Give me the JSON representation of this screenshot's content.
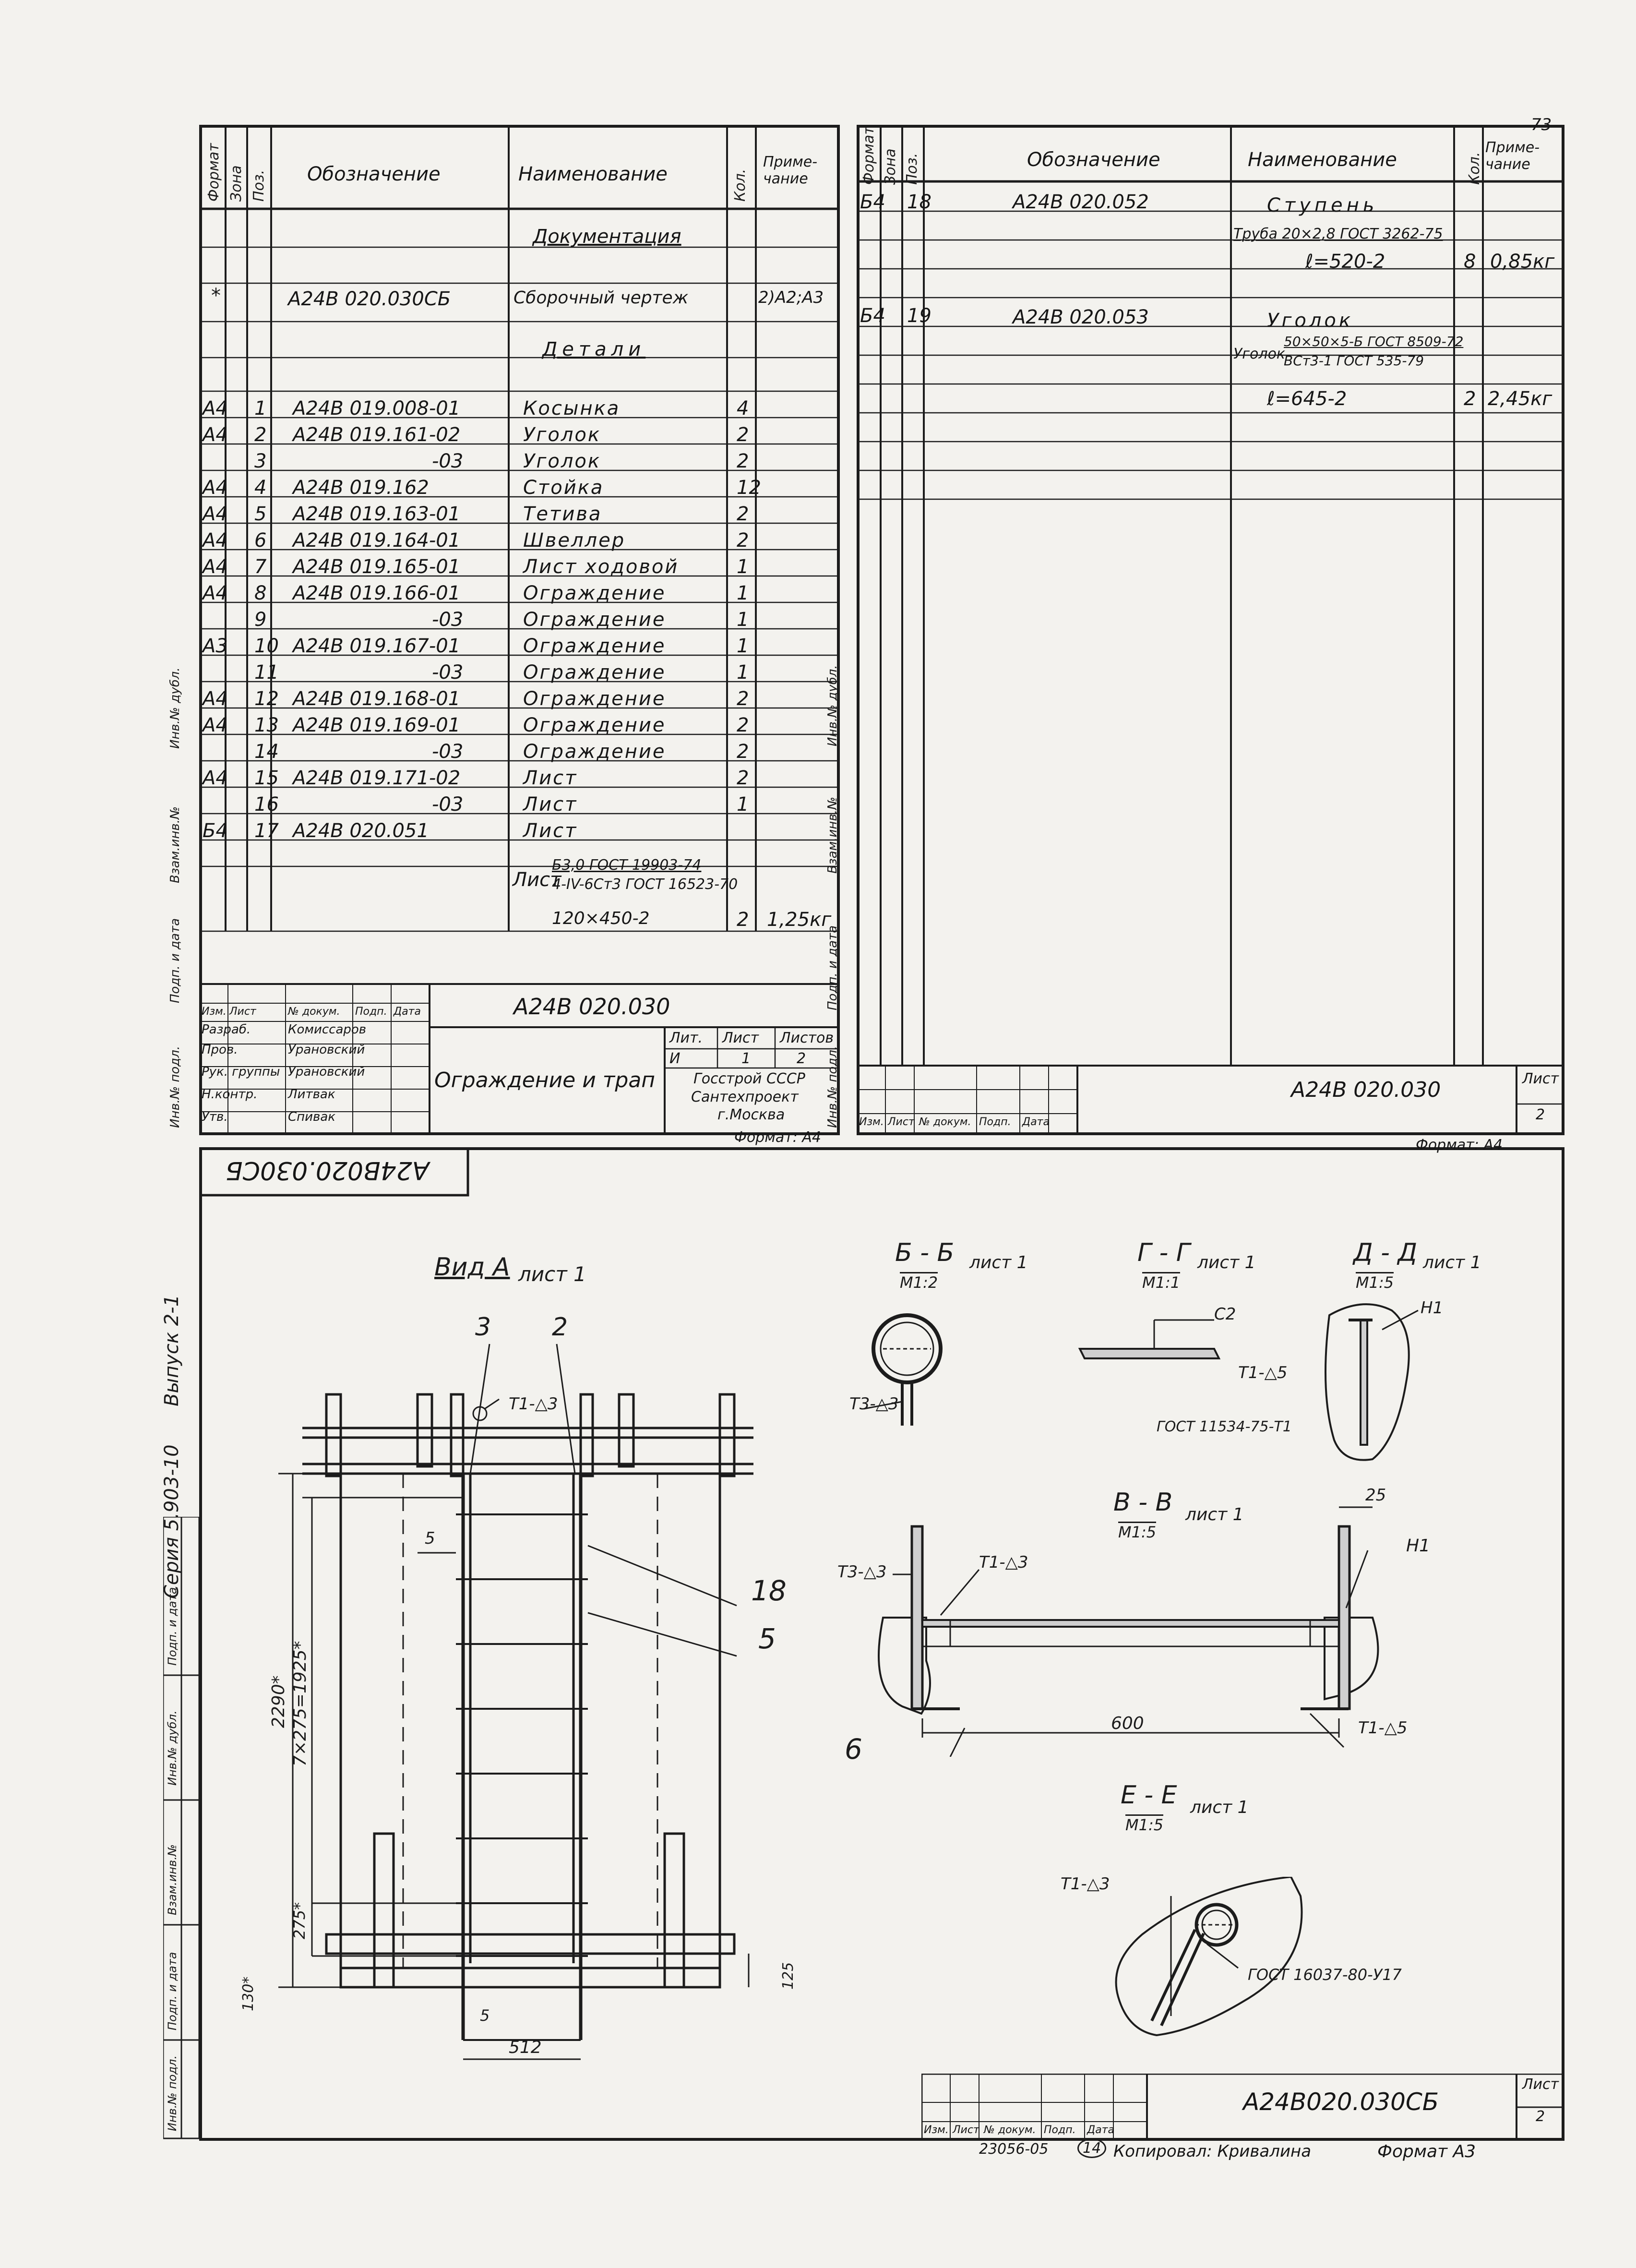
{
  "page": {
    "sheet_no": "73",
    "side_series": "Серия 5.903-10",
    "side_issue": "Выпуск 2-1"
  },
  "left_table": {
    "headers": {
      "format": "Формат",
      "zone": "Зона",
      "pos": "Поз.",
      "designation": "Обозначение",
      "name": "Наименование",
      "qty": "Кол.",
      "note": "Приме-чание"
    },
    "rows": [
      {
        "fmt": "",
        "pos": "",
        "des": "",
        "name": "Документация",
        "qty": "",
        "note": ""
      },
      {
        "fmt": "*",
        "pos": "",
        "des": "А24В 020.030СБ",
        "name": "Сборочный чертеж",
        "qty": "",
        "note": "2)А2;А3"
      },
      {
        "fmt": "",
        "pos": "",
        "des": "",
        "name": "Детали",
        "qty": "",
        "note": ""
      },
      {
        "fmt": "А4",
        "pos": "1",
        "des": "А24В 019.008-01",
        "name": "Косынка",
        "qty": "4",
        "note": ""
      },
      {
        "fmt": "А4",
        "pos": "2",
        "des": "А24В 019.161-02",
        "name": "Уголок",
        "qty": "2",
        "note": ""
      },
      {
        "fmt": "",
        "pos": "3",
        "des": "-03",
        "name": "Уголок",
        "qty": "2",
        "note": ""
      },
      {
        "fmt": "А4",
        "pos": "4",
        "des": "А24В 019.162",
        "name": "Стойка",
        "qty": "12",
        "note": ""
      },
      {
        "fmt": "А4",
        "pos": "5",
        "des": "А24В 019.163-01",
        "name": "Тетива",
        "qty": "2",
        "note": ""
      },
      {
        "fmt": "А4",
        "pos": "6",
        "des": "А24В 019.164-01",
        "name": "Швеллер",
        "qty": "2",
        "note": ""
      },
      {
        "fmt": "А4",
        "pos": "7",
        "des": "А24В 019.165-01",
        "name": "Лист ходовой",
        "qty": "1",
        "note": ""
      },
      {
        "fmt": "А4",
        "pos": "8",
        "des": "А24В 019.166-01",
        "name": "Ограждение",
        "qty": "1",
        "note": ""
      },
      {
        "fmt": "",
        "pos": "9",
        "des": "-03",
        "name": "Ограждение",
        "qty": "1",
        "note": ""
      },
      {
        "fmt": "А3",
        "pos": "10",
        "des": "А24В 019.167-01",
        "name": "Ограждение",
        "qty": "1",
        "note": ""
      },
      {
        "fmt": "",
        "pos": "11",
        "des": "-03",
        "name": "Ограждение",
        "qty": "1",
        "note": ""
      },
      {
        "fmt": "А4",
        "pos": "12",
        "des": "А24В 019.168-01",
        "name": "Ограждение",
        "qty": "2",
        "note": ""
      },
      {
        "fmt": "А4",
        "pos": "13",
        "des": "А24В 019.169-01",
        "name": "Ограждение",
        "qty": "2",
        "note": ""
      },
      {
        "fmt": "",
        "pos": "14",
        "des": "-03",
        "name": "Ограждение",
        "qty": "2",
        "note": ""
      },
      {
        "fmt": "А4",
        "pos": "15",
        "des": "А24В 019.171-02",
        "name": "Лист",
        "qty": "2",
        "note": ""
      },
      {
        "fmt": "",
        "pos": "16",
        "des": "-03",
        "name": "Лист",
        "qty": "1",
        "note": ""
      },
      {
        "fmt": "Б4",
        "pos": "17",
        "des": "А24В 020.051",
        "name": "Лист",
        "qty": "",
        "note": ""
      }
    ],
    "row17_spec_line1": "Б3,0 ГОСТ 19903-74",
    "row17_spec_line2": "4-IV-6Ст3 ГОСТ 16523-70",
    "row17_spec_prefix": "Лист",
    "row17_size": "120×450-2",
    "row17_qty": "2",
    "row17_note": "1,25кг"
  },
  "left_stamp": {
    "code": "А24В 020.030",
    "title": "Ограждение и трап",
    "lit_label": "Лит.",
    "sheet_label": "Лист",
    "sheets_label": "Листов",
    "lit": "И",
    "sheet": "1",
    "sheets": "2",
    "org1": "Госстрой СССР",
    "org2": "Сантехпроект",
    "org3": "г.Москва",
    "format": "Формат: А4",
    "row_heads": [
      "Изм.",
      "Лист",
      "№ докум.",
      "Подп.",
      "Дата"
    ],
    "roles": [
      "Разраб.",
      "Пров.",
      "Рук. группы",
      "Н.контр.",
      "Утв."
    ],
    "names": [
      "Комиссаров",
      "Урановский",
      "Урановский",
      "Литвак",
      "Спивак"
    ]
  },
  "right_table": {
    "rows": [
      {
        "fmt": "Б4",
        "pos": "18",
        "des": "А24В 020.052",
        "name": "Ступень"
      },
      {
        "fmt": "Б4",
        "pos": "19",
        "des": "А24В 020.053",
        "name": "Уголок"
      }
    ],
    "r18_spec": "Труба 20×2,8 ГОСТ 3262-75",
    "r18_len": "ℓ=520-2",
    "r18_qty": "8",
    "r18_note": "0,85кг",
    "r19_prefix": "Уголок",
    "r19_spec1": "50×50×5-Б ГОСТ 8509-72",
    "r19_spec2": "ВСт3-1 ГОСТ 535-79",
    "r19_len": "ℓ=645-2",
    "r19_qty": "2",
    "r19_note": "2,45кг"
  },
  "right_stamp": {
    "code": "А24В 020.030",
    "sheet_label": "Лист",
    "sheet": "2",
    "format": "Формат: А4"
  },
  "side_labels": {
    "inv_podl": "Инв.№ подл.",
    "podp_data": "Подп. и дата",
    "vzam_inv": "Взам.инв.№",
    "inv_dubl": "Инв.№ дубл."
  },
  "drawing": {
    "header_box": "А24В020.030СБ",
    "view_a": {
      "title": "Вид А",
      "sheet": "лист 1"
    },
    "callouts": [
      "3",
      "2",
      "18",
      "5",
      "6"
    ],
    "weld_t1_3": "Т1-△3",
    "dim_5": "5",
    "dim_2290": "2290*",
    "dim_7x275": "7×275=1925*",
    "dim_275": "275*",
    "dim_130": "130*",
    "dim_125": "125",
    "dim_512": "512",
    "dim_5b": "5",
    "section_bb": {
      "title": "Б - Б",
      "scale": "М1:2",
      "sheet": "лист 1",
      "weld": "Т3-△3"
    },
    "section_gg": {
      "title": "Г - Г",
      "scale": "М1:1",
      "sheet": "лист 1",
      "weld": "С2"
    },
    "section_dd": {
      "title": "Д - Д",
      "scale": "М1:5",
      "sheet": "лист 1",
      "h1": "Н1",
      "weld": "Т1-△5",
      "gost": "ГОСТ 11534-75-Т1"
    },
    "section_vv": {
      "title": "В - В",
      "scale": "М1:5",
      "sheet": "лист 1",
      "t3": "Т3-△3",
      "t1": "Т1-△3",
      "h1": "Н1",
      "dim_25": "25",
      "dim_600": "600",
      "t1_5": "Т1-△5"
    },
    "section_ee": {
      "title": "Е - Е",
      "scale": "М1:5",
      "sheet": "лист 1",
      "weld": "Т1-△3",
      "gost": "ГОСТ 16037-80-У17"
    }
  },
  "main_stamp": {
    "code": "А24В020.030СБ",
    "sheet_label": "Лист",
    "sheet": "2",
    "row_heads": [
      "Изм.",
      "Лист",
      "№ докум.",
      "Подп.",
      "Дата"
    ],
    "copied": "Копировал: Кривалина",
    "format": "Формат А3",
    "inv_number": "23056-05",
    "circle_no": "14"
  }
}
